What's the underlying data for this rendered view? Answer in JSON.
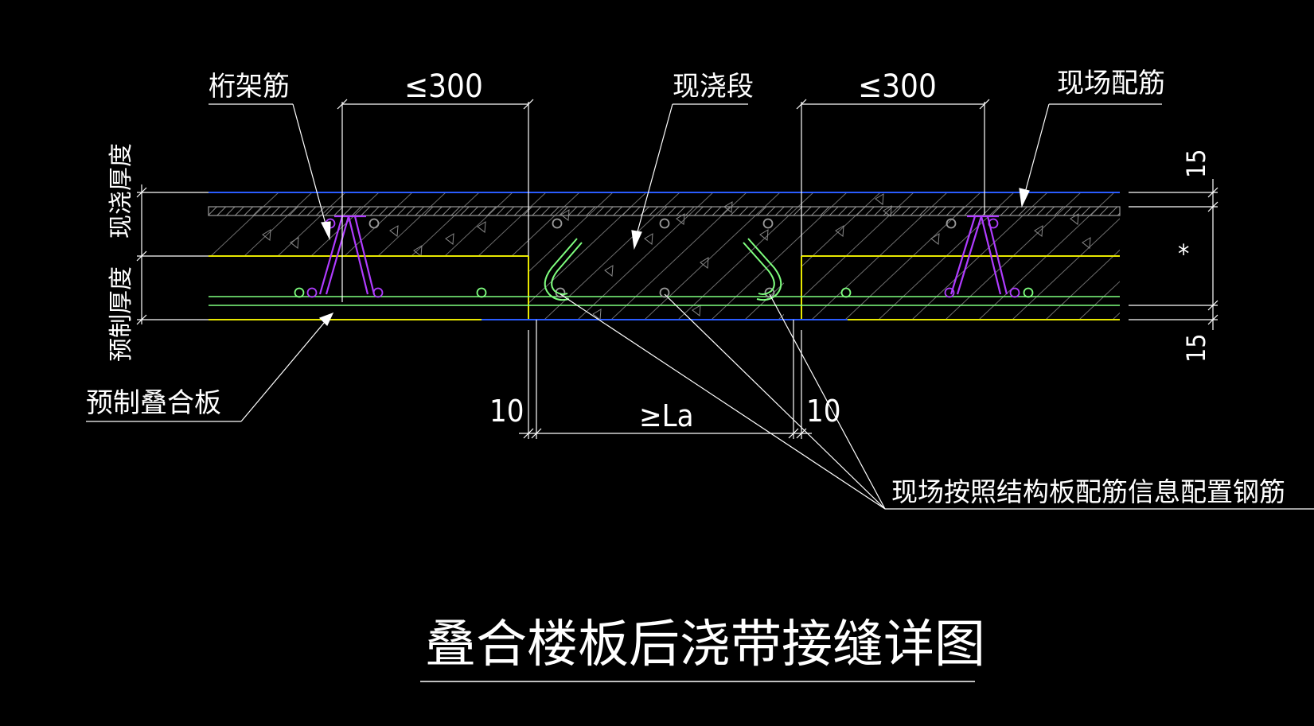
{
  "drawing": {
    "title": "叠合楼板后浇带接缝详图",
    "labels": {
      "truss_rebar": "桁架筋",
      "cast_in_place_segment": "现浇段",
      "site_rebar": "现场配筋",
      "cast_thickness": "现浇厚度",
      "precast_thickness": "预制厚度",
      "precast_slab": "预制叠合板",
      "rebar_note": "现场按照结构板配筋信息配置钢筋"
    },
    "dimensions": {
      "left_max": "≤300",
      "right_max": "≤300",
      "gap_left": "10",
      "gap_right": "10",
      "anchorage": "≥La",
      "top_cover": "15",
      "bottom_cover": "15",
      "middle": "*"
    }
  },
  "colors": {
    "background": "#000000",
    "text": "#ffffff",
    "top_line": "#2a5cff",
    "interface_line": "#e8e800",
    "bottom_rebar_line": "#7fff7f",
    "truss": "#b03cff",
    "hatch": "#9a9a9a"
  }
}
